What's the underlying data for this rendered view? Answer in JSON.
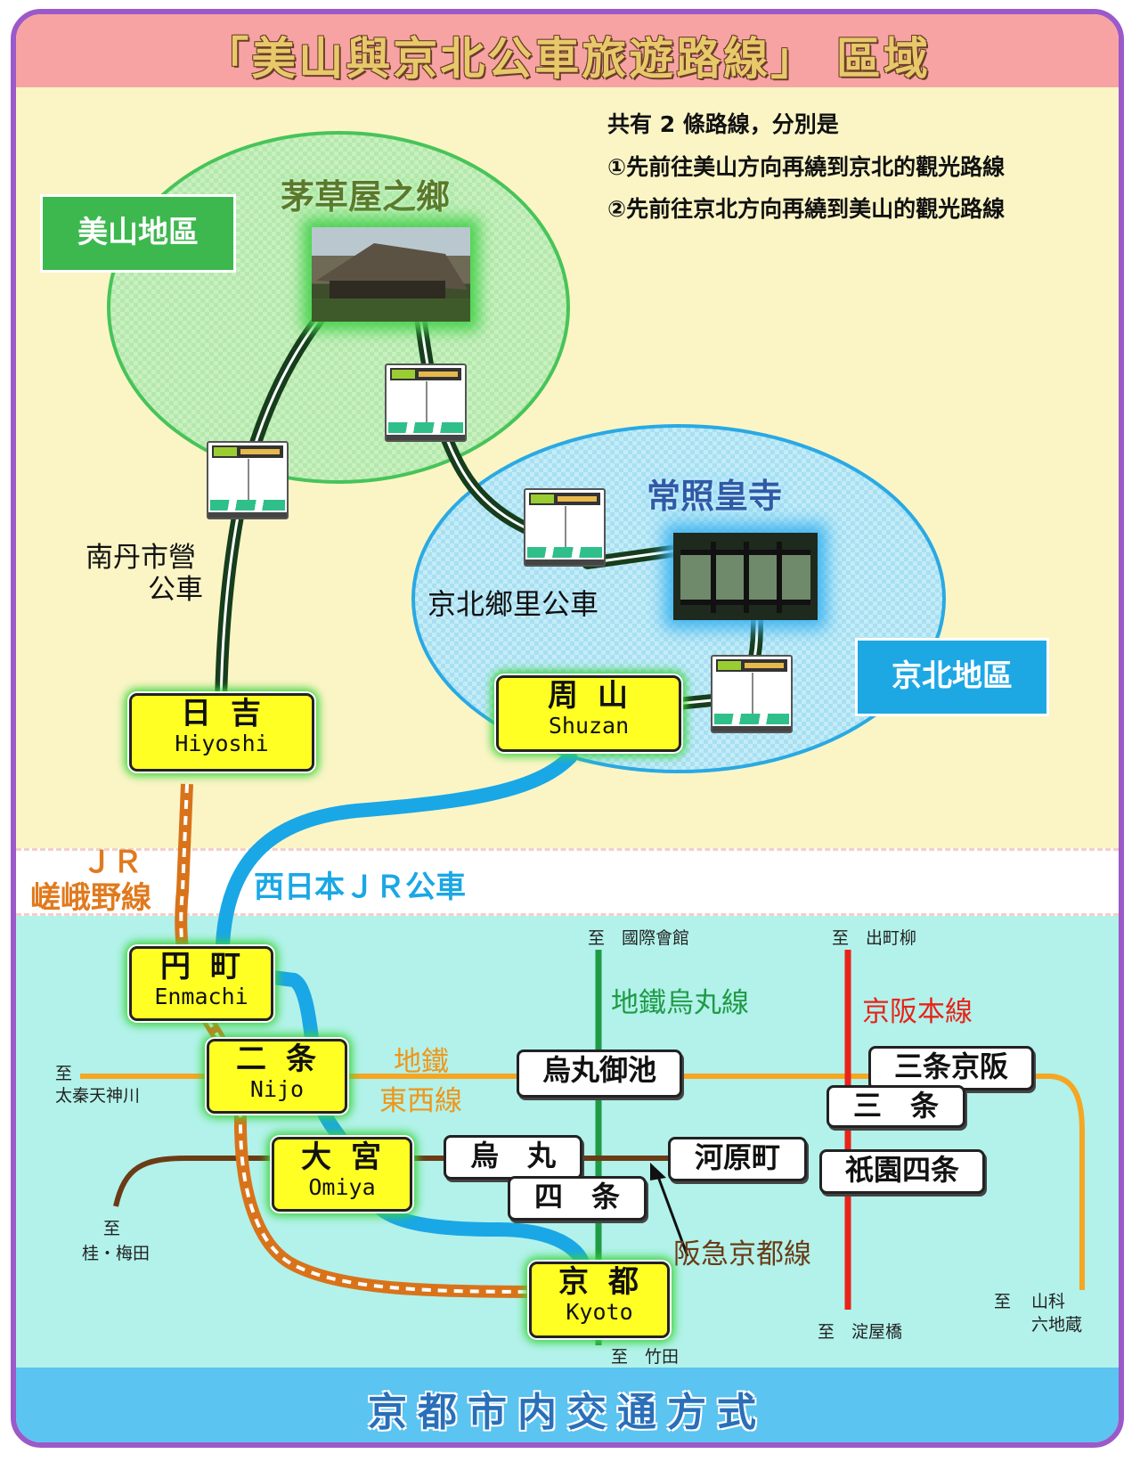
{
  "header": {
    "title": "「美山與京北公車旅遊路線」 區域"
  },
  "intro": {
    "line1": "共有 2 條路線，分別是",
    "line2": "①先前往美山方向再繞到京北的觀光路線",
    "line3": "②先前往京北方向再繞到美山的觀光路線"
  },
  "regions": {
    "miyama": "美山地區",
    "keihoku": "京北地區"
  },
  "spots": {
    "thatched": "茅草屋之鄉",
    "joshoko": "常照皇寺"
  },
  "bus_routes": {
    "nantan_line1": "南丹市營",
    "nantan_line2": "公車",
    "keihoku": "京北鄉里公車",
    "jr_bus": "西日本ＪＲ公車",
    "jr_line1": "ＪＲ",
    "jr_line2": "嵯峨野線"
  },
  "stations": {
    "hiyoshi": {
      "jp": "日吉",
      "en": "Hiyoshi"
    },
    "shuzan": {
      "jp": "周山",
      "en": "Shuzan"
    },
    "enmachi": {
      "jp": "円町",
      "en": "Enmachi"
    },
    "nijo": {
      "jp": "二条",
      "en": "Nijo"
    },
    "omiya": {
      "jp": "大宮",
      "en": "Omiya"
    },
    "kyoto": {
      "jp": "京都",
      "en": "Kyoto"
    }
  },
  "plain_stations": {
    "karasuma_oike": "烏丸御池",
    "karasuma": "烏　丸",
    "shijo": "四　条",
    "kawaramachi": "河原町",
    "gion_shijo": "祇園四条",
    "sanjo_keihan": "三条京阪",
    "sanjo": "三　条"
  },
  "lines": {
    "karasuma": "地鐵烏丸線",
    "keihan": "京阪本線",
    "tozai_line1": "地鐵",
    "tozai_line2": "東西線",
    "hankyu": "阪急京都線"
  },
  "directions": {
    "kokusai": "至　國際會館",
    "demachi": "至　出町柳",
    "uzumasa_to": "至",
    "uzumasa": "太秦天神川",
    "katsura_to": "至",
    "katsura": "桂・梅田",
    "takeda": "至　竹田",
    "yodoyabashi": "至　淀屋橋",
    "yamashina_to": "至",
    "yamashina1": "山科",
    "yamashina2": "六地蔵"
  },
  "footer": {
    "title": "京都市内交通方式"
  },
  "colors": {
    "jr_rail": "#e07a1e",
    "jr_bus": "#1aa7e6",
    "karasuma_line": "#1f9a45",
    "keihan_line": "#e8231a",
    "tozai_line": "#f5a623",
    "hankyu_line": "#6b3b16",
    "miyama_region": "#3cb84f",
    "keihoku_region": "#1ea8e3"
  }
}
